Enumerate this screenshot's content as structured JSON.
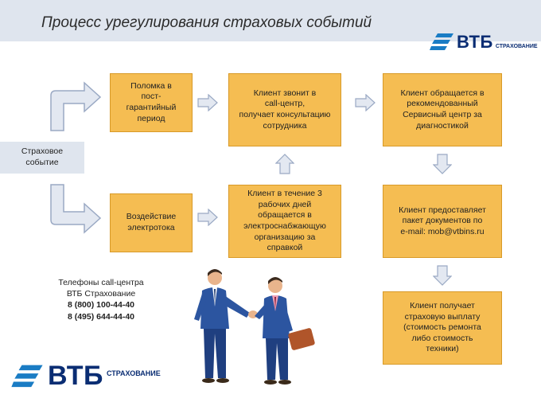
{
  "header": {
    "title": "Процесс урегулирования страховых событий"
  },
  "logo": {
    "brand": "ВТБ",
    "sub": "СТРАХОВАНИЕ"
  },
  "event_label": "Страховое\nсобытие",
  "boxes": {
    "breakdown": "Поломка в\nпост-\nгарантийный\nпериод",
    "call_center": "Клиент звонит в\ncall-центр,\nполучает консультацию\nсотрудника",
    "service_center": "Клиент обращается в\nрекомендованный\nСервисный центр за\nдиагностикой",
    "electric": "Воздействие\nэлектротока",
    "energy_org": "Клиент в течение 3\nрабочих дней\nобращается в\nэлектроснабжающую\nорганизацию за\nсправкой",
    "documents": "Клиент предоставляет\nпакет документов по\ne-mail: mob@vtbins.ru",
    "payment": "Клиент получает\nстраховую выплату\n(стоимость ремонта\nлибо стоимость\nтехники)"
  },
  "contacts": {
    "label": "Телефоны call-центра\nВТБ Страхование",
    "phone1": "8 (800) 100-44-40",
    "phone2": "8 (495) 644-44-40"
  },
  "colors": {
    "box_fill": "#f5bd52",
    "box_border": "#d89a28",
    "arrow_fill": "#e3e8f1",
    "arrow_stroke": "#9aa9c4",
    "brand_blue": "#0a2d73",
    "header_bg": "#dfe5ee"
  },
  "icons": {
    "arrow": "block-arrow",
    "logo": "vtb-emblem"
  }
}
